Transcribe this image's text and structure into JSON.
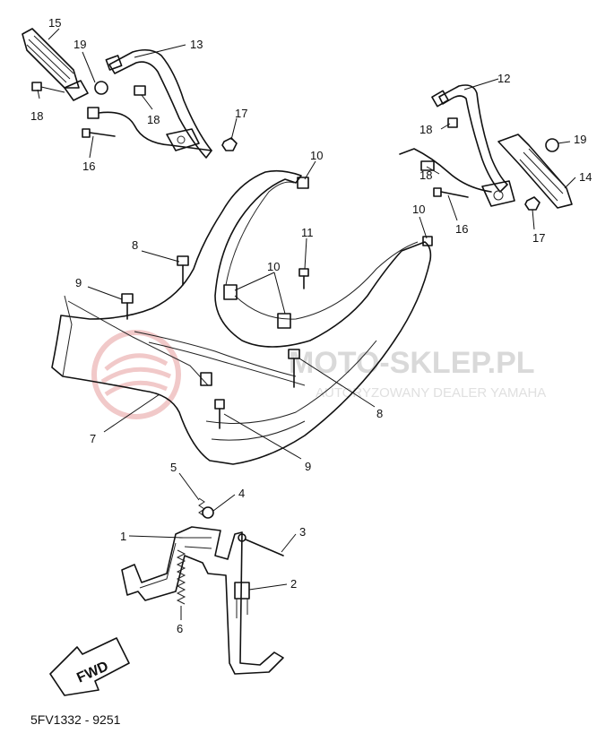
{
  "watermark": {
    "brand": "MOTO-SKLEP.PL",
    "subtitle": "AUTORYZOWANY DEALER YAMAHA"
  },
  "diagram_code": "5FV1332 - 9251",
  "fwd_label": "FWD",
  "callouts": {
    "c1": "1",
    "c2": "2",
    "c3": "3",
    "c4": "4",
    "c5": "5",
    "c6": "6",
    "c7": "7",
    "c8a": "8",
    "c8b": "8",
    "c9a": "9",
    "c9b": "9",
    "c10a": "10",
    "c10b": "10",
    "c10c": "10",
    "c11": "11",
    "c12": "12",
    "c13": "13",
    "c14": "14",
    "c15": "15",
    "c16a": "16",
    "c16b": "16",
    "c17a": "17",
    "c17b": "17",
    "c18a": "18",
    "c18b": "18",
    "c18c": "18",
    "c18d": "18",
    "c19a": "19",
    "c19b": "19"
  }
}
